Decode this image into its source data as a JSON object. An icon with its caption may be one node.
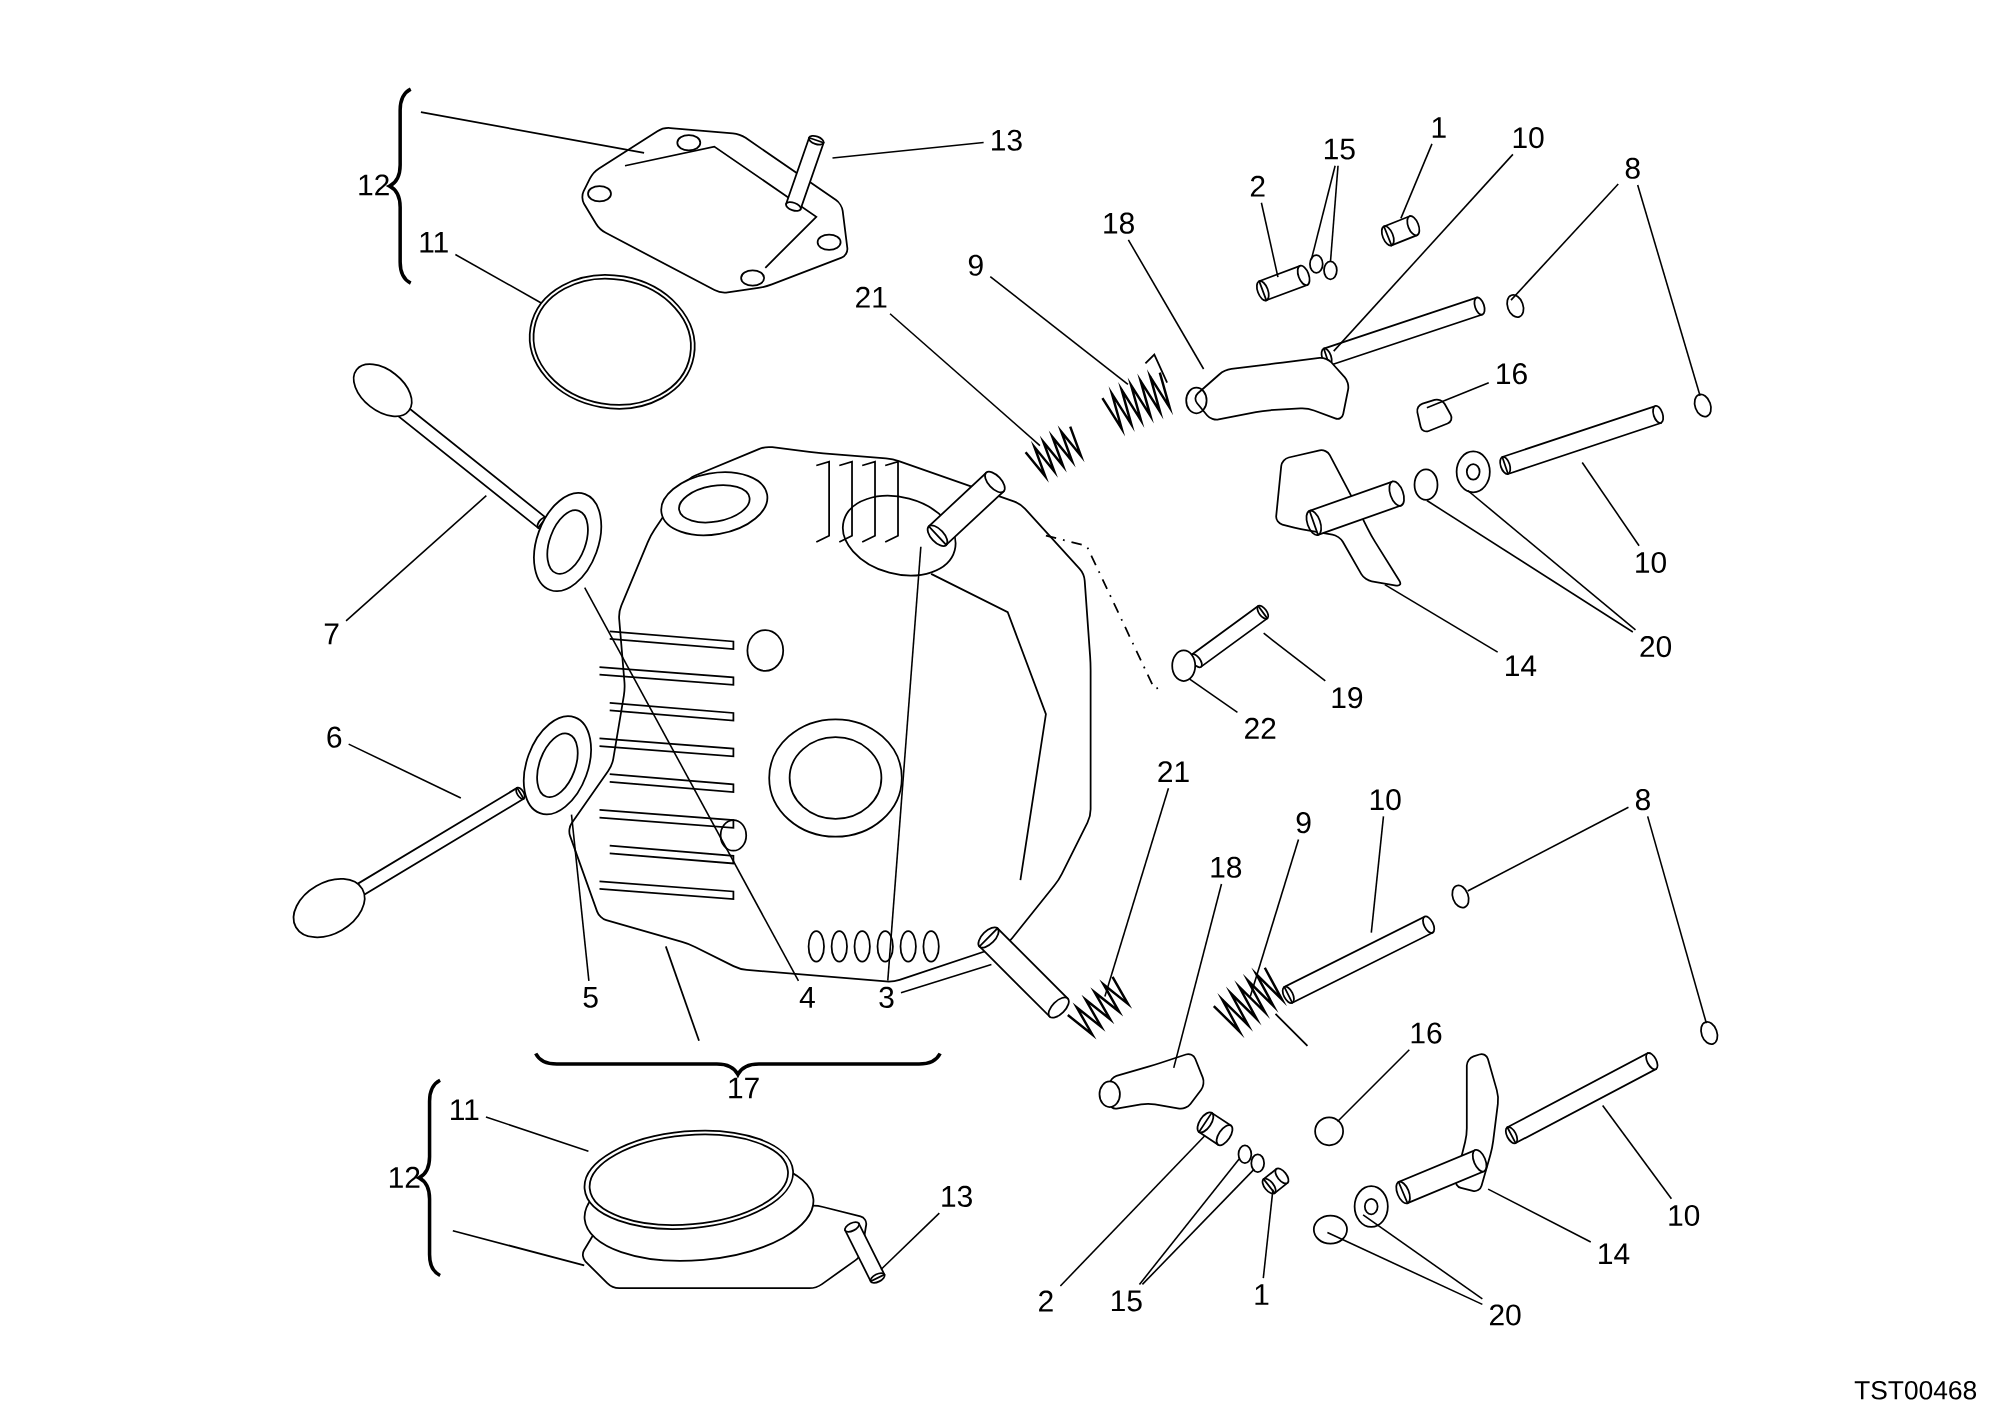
{
  "diagram": {
    "nodes": [
      {
        "text": [
          "13"
        ]
      },
      {
        "text": [
          "12"
        ]
      },
      {
        "text": [
          "11"
        ]
      },
      {
        "text": [
          "15"
        ]
      },
      {
        "text": [
          "1"
        ]
      },
      {
        "text": [
          "10"
        ]
      },
      {
        "text": [
          "2"
        ]
      },
      {
        "text": [
          "8"
        ]
      },
      {
        "text": [
          "18"
        ]
      },
      {
        "text": [
          "9"
        ]
      },
      {
        "text": [
          "21"
        ]
      },
      {
        "text": [
          "16"
        ]
      },
      {
        "text": [
          "7"
        ]
      },
      {
        "text": [
          "10"
        ]
      },
      {
        "text": [
          "20"
        ]
      },
      {
        "text": [
          "14"
        ]
      },
      {
        "text": [
          "19"
        ]
      },
      {
        "text": [
          "22"
        ]
      },
      {
        "text": [
          "6"
        ]
      },
      {
        "text": [
          "21"
        ]
      },
      {
        "text": [
          "10"
        ]
      },
      {
        "text": [
          "9"
        ]
      },
      {
        "text": [
          "8"
        ]
      },
      {
        "text": [
          "18"
        ]
      },
      {
        "text": [
          "16"
        ]
      },
      {
        "text": [
          "5"
        ]
      },
      {
        "text": [
          "4"
        ]
      },
      {
        "text": [
          "3"
        ]
      },
      {
        "text": [
          "17"
        ]
      },
      {
        "text": [
          "11"
        ]
      },
      {
        "text": [
          "12"
        ]
      },
      {
        "text": [
          "13"
        ]
      },
      {
        "text": [
          "14"
        ]
      },
      {
        "text": [
          "10"
        ]
      },
      {
        "text": [
          "2"
        ]
      },
      {
        "text": [
          "15"
        ]
      },
      {
        "text": [
          "1"
        ]
      },
      {
        "text": [
          "20"
        ]
      },
      {
        "text": [],
        "shape": "picture"
      },
      {
        "text": [],
        "shape": "picture"
      },
      {
        "text": [],
        "shape": "circle"
      },
      {
        "text": [],
        "shape": "circle"
      },
      {
        "text": [],
        "shape": "picture"
      },
      {
        "text": [],
        "shape": "cylinder"
      },
      {
        "text": [],
        "shape": "picture"
      },
      {
        "text": [],
        "shape": "picture"
      },
      {
        "text": [],
        "shape": "picture"
      },
      {
        "text": [],
        "shape": "picture"
      },
      {
        "text": [],
        "shape": "picture"
      },
      {
        "text": [],
        "shape": "picture"
      },
      {
        "text": [],
        "shape": "picture"
      },
      {
        "text": [],
        "shape": "picture"
      },
      {
        "text": [],
        "shape": "cylinder"
      },
      {
        "text": [],
        "shape": "circle"
      },
      {
        "text": [],
        "shape": "picture"
      },
      {
        "text": [],
        "shape": "picture"
      },
      {
        "text": [],
        "shape": "picture"
      },
      {
        "text": [],
        "shape": "circle"
      },
      {
        "text": [],
        "shape": "picture"
      },
      {
        "text": [],
        "shape": "picture"
      },
      {
        "text": [],
        "shape": "picture"
      },
      {
        "text": [],
        "shape": "picture"
      },
      {
        "text": [],
        "shape": "picture"
      },
      {
        "text": [],
        "shape": "picture"
      },
      {
        "text": [],
        "shape": "picture"
      },
      {
        "text": [],
        "shape": "circle"
      },
      {
        "text": [],
        "shape": "picture"
      },
      {
        "text": [],
        "shape": "picture"
      },
      {
        "text": [],
        "shape": "picture"
      },
      {
        "text": [],
        "shape": "picture"
      },
      {
        "text": [],
        "shape": "picture"
      },
      {
        "text": [],
        "shape": "picture"
      },
      {
        "text": [],
        "shape": "picture"
      },
      {
        "text": [],
        "shape": "picture"
      },
      {
        "text": [],
        "shape": "picture"
      },
      {
        "text": [],
        "shape": "circle"
      },
      {
        "text": [],
        "shape": "circle"
      },
      {
        "text": [],
        "shape": "picture"
      },
      {
        "text": [],
        "shape": "circle"
      },
      {
        "text": [],
        "shape": "picture"
      }
    ],
    "edges": [
      {
        "from": 0,
        "to": 38,
        "arrow": "none"
      },
      {
        "from": 2,
        "to": 39,
        "arrow": "none"
      },
      {
        "from": 3,
        "to": 40,
        "arrow": "none"
      },
      {
        "from": 3,
        "to": 41,
        "arrow": "none"
      },
      {
        "from": 4,
        "to": 42,
        "arrow": "none"
      },
      {
        "from": 5,
        "to": 43,
        "arrow": "none"
      },
      {
        "from": 6,
        "to": 44,
        "arrow": "none"
      },
      {
        "from": 7,
        "to": 45,
        "arrow": "none"
      },
      {
        "from": 7,
        "to": 46,
        "arrow": "none"
      },
      {
        "from": 8,
        "to": 47,
        "arrow": "none"
      },
      {
        "from": 9,
        "to": 48,
        "arrow": "none"
      },
      {
        "from": 10,
        "to": 49,
        "arrow": "none"
      },
      {
        "from": 11,
        "to": 50,
        "arrow": "none"
      },
      {
        "from": 12,
        "to": 51,
        "arrow": "none"
      },
      {
        "from": 13,
        "to": 52,
        "arrow": "none"
      },
      {
        "from": 14,
        "to": 53,
        "arrow": "none"
      },
      {
        "from": 14,
        "to": 54,
        "arrow": "none"
      },
      {
        "from": 15,
        "to": 55,
        "arrow": "none"
      },
      {
        "from": 16,
        "to": 56,
        "arrow": "none"
      },
      {
        "from": 17,
        "to": 57,
        "arrow": "none"
      },
      {
        "from": 18,
        "to": 58,
        "arrow": "none"
      },
      {
        "from": 19,
        "to": 59,
        "arrow": "none"
      },
      {
        "from": 20,
        "to": 60,
        "arrow": "none"
      },
      {
        "from": 21,
        "to": 61,
        "arrow": "none"
      },
      {
        "from": 22,
        "to": 62,
        "arrow": "none"
      },
      {
        "from": 22,
        "to": 63,
        "arrow": "none"
      },
      {
        "from": 23,
        "to": 64,
        "arrow": "none"
      },
      {
        "from": 24,
        "to": 65,
        "arrow": "none"
      },
      {
        "from": 25,
        "to": 66,
        "arrow": "none"
      },
      {
        "from": 26,
        "to": 67,
        "arrow": "none"
      },
      {
        "from": 27,
        "to": 68,
        "arrow": "none"
      },
      {
        "from": 27,
        "to": 69,
        "arrow": "none"
      },
      {
        "from": 29,
        "to": 70,
        "arrow": "none"
      },
      {
        "from": 31,
        "to": 71,
        "arrow": "none"
      },
      {
        "from": 32,
        "to": 72,
        "arrow": "none"
      },
      {
        "from": 33,
        "to": 73,
        "arrow": "none"
      },
      {
        "from": 34,
        "to": 74,
        "arrow": "none"
      },
      {
        "from": 35,
        "to": 75,
        "arrow": "none"
      },
      {
        "from": 35,
        "to": 76,
        "arrow": "none"
      },
      {
        "from": 36,
        "to": 77,
        "arrow": "none"
      },
      {
        "from": 37,
        "to": 78,
        "arrow": "none"
      },
      {
        "from": 37,
        "to": 79,
        "arrow": "none"
      }
    ],
    "labels": [
      "TST00468"
    ]
  }
}
